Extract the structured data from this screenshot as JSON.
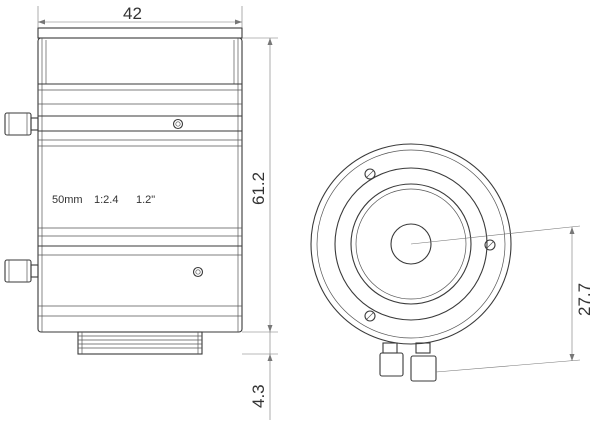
{
  "side_view": {
    "markings": {
      "focal_length": "50mm",
      "aperture": "1:2.4",
      "format": "1.2\""
    }
  },
  "dimensions": {
    "width": "42",
    "height": "61.2",
    "mount_depth": "4.3",
    "circle_offset": "27.7"
  }
}
